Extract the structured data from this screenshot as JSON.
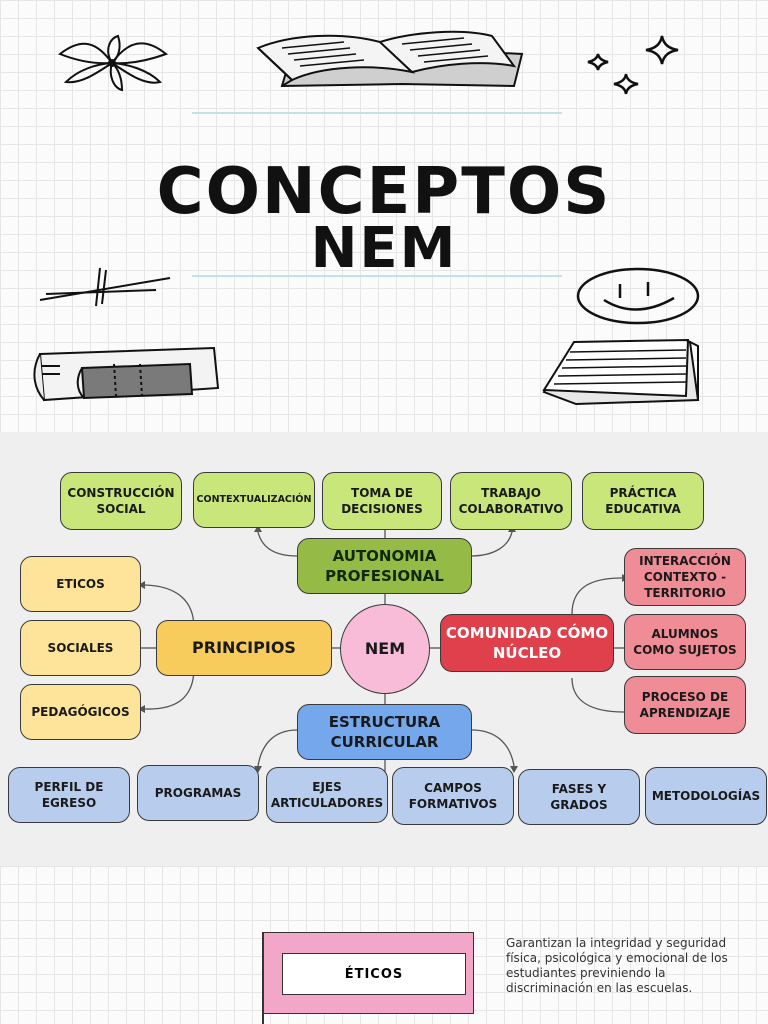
{
  "title": {
    "line1": "CONCEPTOS",
    "line2": "NEM"
  },
  "map": {
    "center": "NEM",
    "autonomia": {
      "label": "AUTONOMIA PROFESIONAL",
      "children": [
        "CONSTRUCCIÓN SOCIAL",
        "CONTEXTUALIZACIÓN",
        "TOMA DE DECISIONES",
        "TRABAJO COLABORATIVO",
        "PRÁCTICA EDUCATIVA"
      ]
    },
    "principios": {
      "label": "PRINCIPIOS",
      "children": [
        "ETICOS",
        "SOCIALES",
        "PEDAGÓGICOS"
      ]
    },
    "comunidad": {
      "label": "COMUNIDAD CÓMO NÚCLEO",
      "children": [
        "INTERACCIÓN CONTEXTO - TERRITORIO",
        "ALUMNOS COMO SUJETOS",
        "PROCESO DE APRENDIZAJE"
      ]
    },
    "estructura": {
      "label": "ESTRUCTURA CURRICULAR",
      "children": [
        "PERFIL DE EGRESO",
        "PROGRAMAS",
        "EJES ARTICULADORES",
        "CAMPOS FORMATIVOS",
        "FASES Y GRADOS",
        "METODOLOGÍAS"
      ]
    }
  },
  "card": {
    "label": "ÉTICOS",
    "description": "Garantizan la integridad y seguridad física, psicológica y emocional de los estudiantes previniendo la discriminación en las escuelas."
  },
  "icons": [
    "flower-doodle-icon",
    "open-book-icon",
    "sparkle-stars-icon",
    "cross-doodle-icon",
    "smiley-icon",
    "pencil-case-icon",
    "notepad-icon"
  ]
}
